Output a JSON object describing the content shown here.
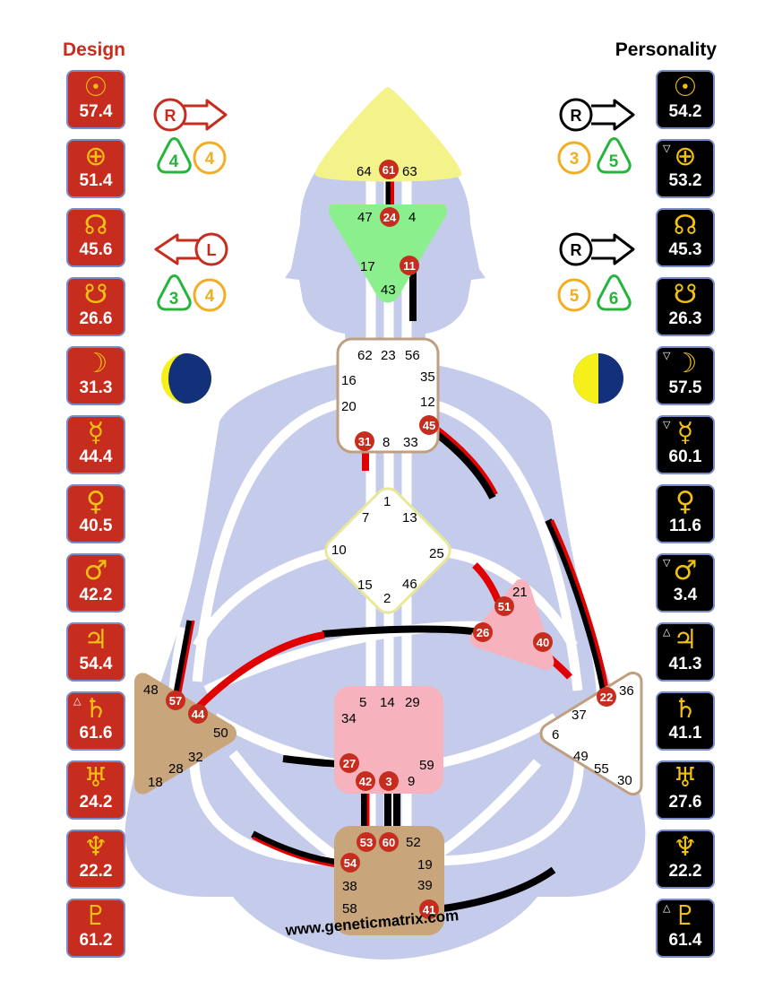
{
  "headers": {
    "design": "Design",
    "personality": "Personality"
  },
  "colors": {
    "design": "#c62d1f",
    "personality": "#000000",
    "planet_glyph": "#f2c010",
    "body": "#c5cbea",
    "head": "#f3f38a",
    "ajna": "#8bef8e",
    "spleen_sacral_root": "#c8a57a",
    "heart_solar": "#f6b2bd"
  },
  "design_planets": [
    {
      "icon": "sun-icon",
      "symbol": "☉",
      "value": "57.4",
      "mark": ""
    },
    {
      "icon": "earth-icon",
      "symbol": "⊕",
      "value": "51.4",
      "mark": ""
    },
    {
      "icon": "north-node-icon",
      "symbol": "☊",
      "value": "45.6",
      "mark": ""
    },
    {
      "icon": "south-node-icon",
      "symbol": "☋",
      "value": "26.6",
      "mark": ""
    },
    {
      "icon": "moon-icon",
      "symbol": "☽",
      "value": "31.3",
      "mark": ""
    },
    {
      "icon": "mercury-icon",
      "symbol": "☿",
      "value": "44.4",
      "mark": ""
    },
    {
      "icon": "venus-icon",
      "symbol": "♀",
      "value": "40.5",
      "mark": ""
    },
    {
      "icon": "mars-icon",
      "symbol": "♂",
      "value": "42.2",
      "mark": ""
    },
    {
      "icon": "jupiter-icon",
      "symbol": "♃",
      "value": "54.4",
      "mark": ""
    },
    {
      "icon": "saturn-icon",
      "symbol": "♄",
      "value": "61.6",
      "mark": "△"
    },
    {
      "icon": "uranus-icon",
      "symbol": "♅",
      "value": "24.2",
      "mark": ""
    },
    {
      "icon": "neptune-icon",
      "symbol": "♆",
      "value": "22.2",
      "mark": ""
    },
    {
      "icon": "pluto-icon",
      "symbol": "♇",
      "value": "61.2",
      "mark": ""
    }
  ],
  "personality_planets": [
    {
      "icon": "sun-icon",
      "symbol": "☉",
      "value": "54.2",
      "mark": ""
    },
    {
      "icon": "earth-icon",
      "symbol": "⊕",
      "value": "53.2",
      "mark": "▽"
    },
    {
      "icon": "north-node-icon",
      "symbol": "☊",
      "value": "45.3",
      "mark": ""
    },
    {
      "icon": "south-node-icon",
      "symbol": "☋",
      "value": "26.3",
      "mark": ""
    },
    {
      "icon": "moon-icon",
      "symbol": "☽",
      "value": "57.5",
      "mark": "▽"
    },
    {
      "icon": "mercury-icon",
      "symbol": "☿",
      "value": "60.1",
      "mark": "▽"
    },
    {
      "icon": "venus-icon",
      "symbol": "♀",
      "value": "11.6",
      "mark": ""
    },
    {
      "icon": "mars-icon",
      "symbol": "♂",
      "value": "3.4",
      "mark": "▽"
    },
    {
      "icon": "jupiter-icon",
      "symbol": "♃",
      "value": "41.3",
      "mark": "△"
    },
    {
      "icon": "saturn-icon",
      "symbol": "♄",
      "value": "41.1",
      "mark": ""
    },
    {
      "icon": "uranus-icon",
      "symbol": "♅",
      "value": "27.6",
      "mark": ""
    },
    {
      "icon": "neptune-icon",
      "symbol": "♆",
      "value": "22.2",
      "mark": ""
    },
    {
      "icon": "pluto-icon",
      "symbol": "♇",
      "value": "61.4",
      "mark": "△"
    }
  ],
  "variables": {
    "design_top": {
      "letter": "R",
      "num_a": "4",
      "num_b": "4"
    },
    "design_bottom": {
      "letter": "L",
      "num_a": "3",
      "num_b": "4"
    },
    "personality_top": {
      "letter": "R",
      "num_a": "3",
      "num_b": "5"
    },
    "personality_bottom": {
      "letter": "R",
      "num_a": "5",
      "num_b": "6"
    }
  },
  "gates": {
    "head": {
      "g64": "64",
      "g61": "61",
      "g63": "63"
    },
    "ajna": {
      "g47": "47",
      "g24": "24",
      "g4": "4",
      "g17": "17",
      "g11": "11",
      "g43": "43"
    },
    "throat": {
      "g62": "62",
      "g23": "23",
      "g56": "56",
      "g16": "16",
      "g35": "35",
      "g20": "20",
      "g12": "12",
      "g45": "45",
      "g31": "31",
      "g8": "8",
      "g33": "33"
    },
    "g_center": {
      "g1": "1",
      "g7": "7",
      "g13": "13",
      "g10": "10",
      "g25": "25",
      "g15": "15",
      "g46": "46",
      "g2": "2"
    },
    "heart": {
      "g21": "21",
      "g51": "51",
      "g26": "26",
      "g40": "40"
    },
    "spleen": {
      "g48": "48",
      "g57": "57",
      "g44": "44",
      "g50": "50",
      "g32": "32",
      "g28": "28",
      "g18": "18"
    },
    "sacral": {
      "g5": "5",
      "g14": "14",
      "g29": "29",
      "g34": "34",
      "g27": "27",
      "g59": "59",
      "g42": "42",
      "g3": "3",
      "g9": "9"
    },
    "solar_plexus": {
      "g36": "36",
      "g22": "22",
      "g37": "37",
      "g6": "6",
      "g49": "49",
      "g55": "55",
      "g30": "30"
    },
    "root": {
      "g53": "53",
      "g60": "60",
      "g52": "52",
      "g54": "54",
      "g19": "19",
      "g38": "38",
      "g39": "39",
      "g58": "58",
      "g41": "41"
    }
  },
  "footer": {
    "url": "www.geneticmatrix.com"
  }
}
